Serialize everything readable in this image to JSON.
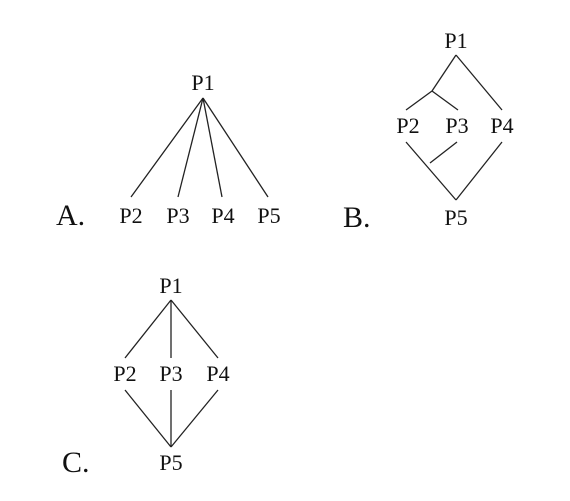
{
  "diagrams": {
    "a": {
      "option": "A.",
      "nodes": {
        "p1": "P1",
        "p2": "P2",
        "p3": "P3",
        "p4": "P4",
        "p5": "P5"
      }
    },
    "b": {
      "option": "B.",
      "nodes": {
        "p1": "P1",
        "p2": "P2",
        "p3": "P3",
        "p4": "P4",
        "p5": "P5"
      }
    },
    "c": {
      "option": "C.",
      "nodes": {
        "p1": "P1",
        "p2": "P2",
        "p3": "P3",
        "p4": "P4",
        "p5": "P5"
      }
    }
  }
}
